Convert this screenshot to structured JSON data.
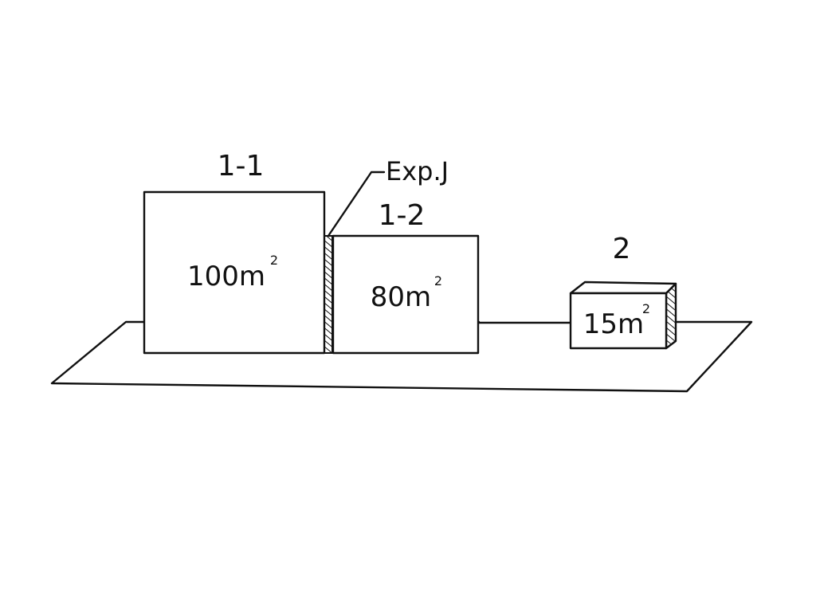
{
  "buildings": [
    {
      "id": "1-1",
      "label": "1-1",
      "area": "100m",
      "area_unit_sup": "2"
    },
    {
      "id": "1-2",
      "label": "1-2",
      "area": "80m",
      "area_unit_sup": "2"
    },
    {
      "id": "2",
      "label": "2",
      "area": "15m",
      "area_unit_sup": "2"
    }
  ],
  "expansion_joint": {
    "label": "Exp.J"
  },
  "colors": {
    "stroke": "#111111",
    "background": "#ffffff"
  }
}
